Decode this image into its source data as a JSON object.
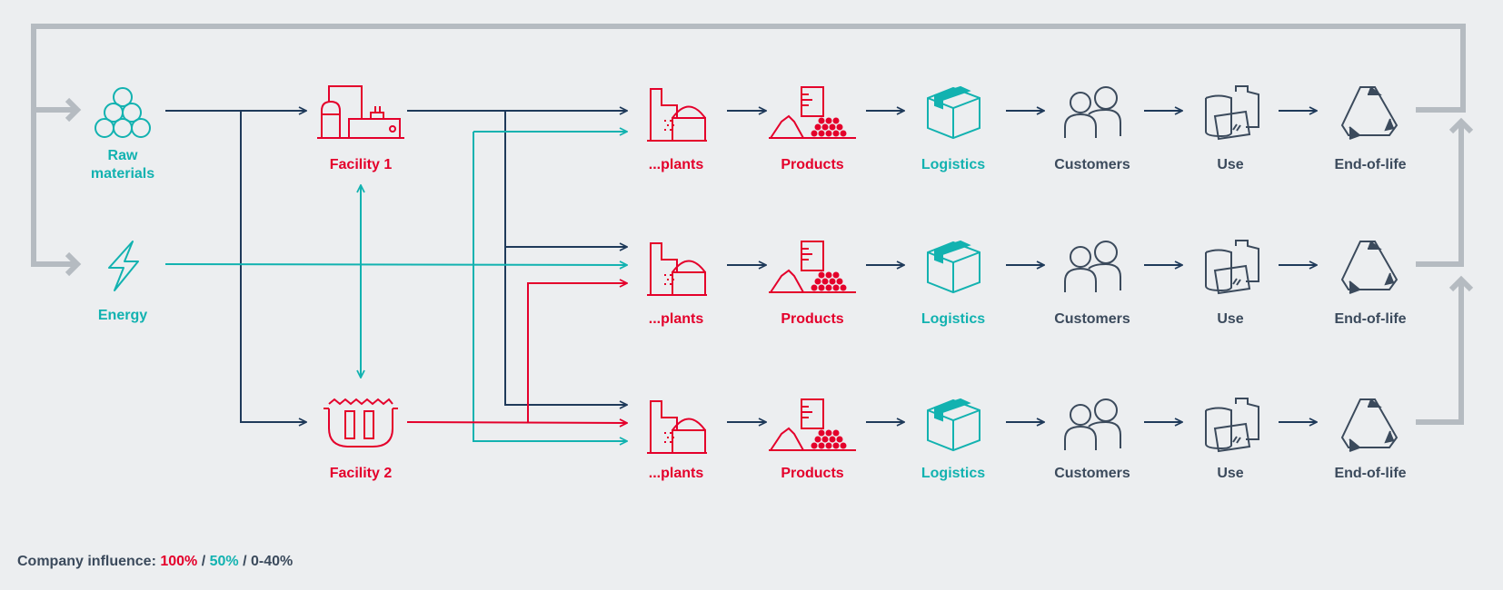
{
  "colors": {
    "red": "#e4002b",
    "teal": "#12b2b0",
    "dark": "#1f3a5a",
    "gray": "#3b4a5c",
    "loop": "#b5bbc1"
  },
  "inputs": {
    "raw_materials": "Raw\nmaterials",
    "energy": "Energy"
  },
  "facilities": {
    "facility_1": "Facility 1",
    "facility_2": "Facility 2"
  },
  "chain_rows": [
    {
      "plants": "...plants",
      "products": "Products",
      "logistics": "Logistics",
      "customers": "Customers",
      "use": "Use",
      "end_of_life": "End-of-life"
    },
    {
      "plants": "...plants",
      "products": "Products",
      "logistics": "Logistics",
      "customers": "Customers",
      "use": "Use",
      "end_of_life": "End-of-life"
    },
    {
      "plants": "...plants",
      "products": "Products",
      "logistics": "Logistics",
      "customers": "Customers",
      "use": "Use",
      "end_of_life": "End-of-life"
    }
  ],
  "legend": {
    "prefix": "Company influence: ",
    "level_100": "100%",
    "level_50": "50%",
    "level_0_40": "0-40%",
    "separator": " / "
  }
}
